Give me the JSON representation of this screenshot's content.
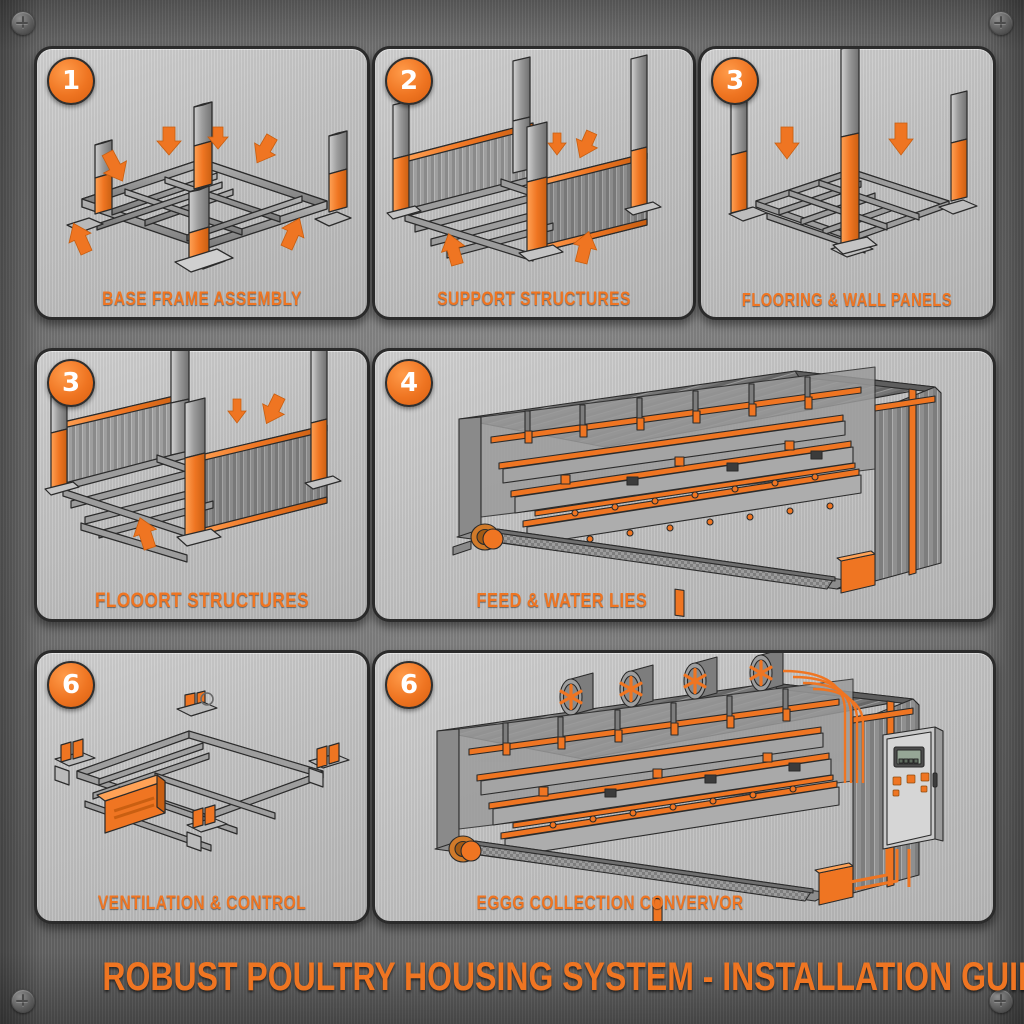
{
  "document": {
    "title": "ROBUST POULTRY HOUSING SYSTEM - INSTALLATION GUIDE",
    "accent_color": "#ef7522",
    "background_color": "#7d7d7d",
    "panel_color": "#c2c2c2",
    "outline_color": "#2b2b2b",
    "metal_color": "#9a9a9a"
  },
  "corner_fasteners": [
    {
      "name": "screw-top-left",
      "glyph": "+"
    },
    {
      "name": "screw-top-right",
      "glyph": "+"
    },
    {
      "name": "screw-bottom-left",
      "glyph": "+"
    },
    {
      "name": "screw-bottom-right",
      "glyph": "+"
    }
  ],
  "panels": [
    {
      "id": "panel-1",
      "number": "1",
      "caption": "BASE FRAME ASSEMBLY",
      "caption_size": 19,
      "illustration": "isometric-base-frame-with-four-posts-and-arrows"
    },
    {
      "id": "panel-2",
      "number": "2",
      "caption": "SUPPORT STRUCTURES",
      "caption_size": 19,
      "illustration": "isometric-frame-with-corrugated-wall-panels"
    },
    {
      "id": "panel-3",
      "number": "3",
      "caption": "FLOORING & WALL PANELS",
      "caption_size": 18,
      "illustration": "isometric-floor-grid-with-posts-and-down-arrows"
    },
    {
      "id": "panel-4",
      "number": "3",
      "caption": "FLOOORT STRUCTURES",
      "caption_size": 21,
      "illustration": "isometric-frame-with-corrugated-walls-and-arrows"
    },
    {
      "id": "panel-5",
      "number": "4",
      "caption": "FEED & WATER LIES",
      "caption_size": 20,
      "illustration": "barn-interior-with-feed-lines-water-lines-and-conveyor"
    },
    {
      "id": "panel-6",
      "number": "6",
      "caption": "VENTILATION & CONTROL",
      "caption_size": 19,
      "illustration": "isometric-floor-frame-with-orange-control-box"
    },
    {
      "id": "panel-7",
      "number": "6",
      "caption": "EGGG COLLECTION CONVERVOR",
      "caption_size": 19,
      "illustration": "barn-with-roof-fans-control-cabinet-and-egg-conveyor"
    }
  ]
}
